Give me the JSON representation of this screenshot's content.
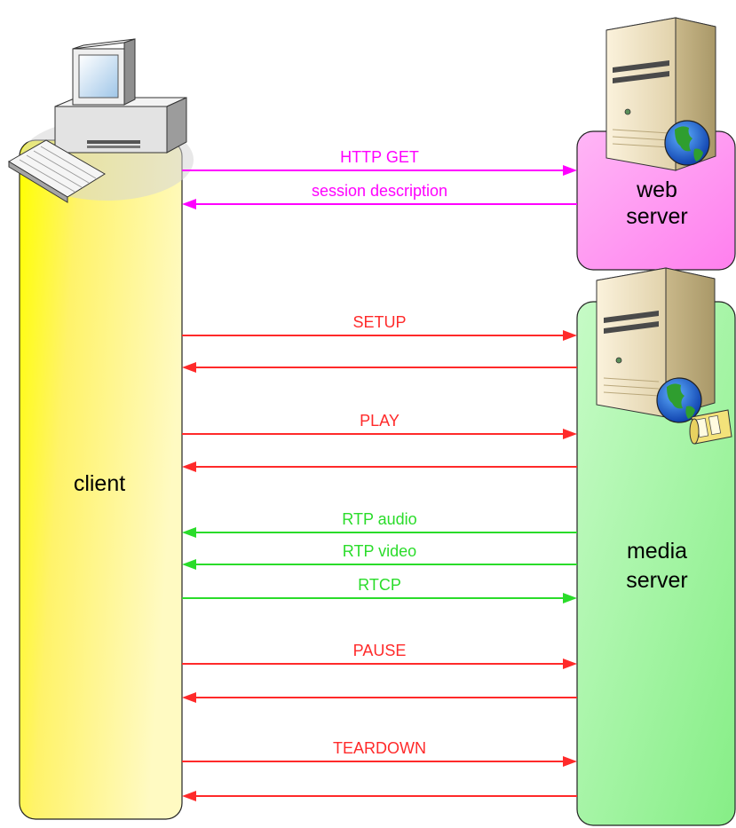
{
  "lanes": {
    "client": {
      "label": "client",
      "color": "#fff799"
    },
    "web_server": {
      "label_line1": "web",
      "label_line2": "server",
      "color": "#ff9cf3"
    },
    "media_server": {
      "label_line1": "media",
      "label_line2": "server",
      "color": "#9ef39e"
    }
  },
  "colors": {
    "http": "#ff00ff",
    "rtsp": "#ff2a2a",
    "rtp": "#2adc2a"
  },
  "messages": [
    {
      "id": "http-get",
      "label": "HTTP GET",
      "direction": "to-server",
      "target": "web",
      "kind": "http"
    },
    {
      "id": "session-description",
      "label": "session description",
      "direction": "to-client",
      "target": "web",
      "kind": "http"
    },
    {
      "id": "setup",
      "label": "SETUP",
      "direction": "to-server",
      "target": "media",
      "kind": "rtsp"
    },
    {
      "id": "setup-reply",
      "label": "",
      "direction": "to-client",
      "target": "media",
      "kind": "rtsp"
    },
    {
      "id": "play",
      "label": "PLAY",
      "direction": "to-server",
      "target": "media",
      "kind": "rtsp"
    },
    {
      "id": "play-reply",
      "label": "",
      "direction": "to-client",
      "target": "media",
      "kind": "rtsp"
    },
    {
      "id": "rtp-audio",
      "label": "RTP audio",
      "direction": "to-client",
      "target": "media",
      "kind": "rtp"
    },
    {
      "id": "rtp-video",
      "label": "RTP video",
      "direction": "to-client",
      "target": "media",
      "kind": "rtp"
    },
    {
      "id": "rtcp",
      "label": "RTCP",
      "direction": "to-server",
      "target": "media",
      "kind": "rtp"
    },
    {
      "id": "pause",
      "label": "PAUSE",
      "direction": "to-server",
      "target": "media",
      "kind": "rtsp"
    },
    {
      "id": "pause-reply",
      "label": "",
      "direction": "to-client",
      "target": "media",
      "kind": "rtsp"
    },
    {
      "id": "teardown",
      "label": "TEARDOWN",
      "direction": "to-server",
      "target": "media",
      "kind": "rtsp"
    },
    {
      "id": "teardown-reply",
      "label": "",
      "direction": "to-client",
      "target": "media",
      "kind": "rtsp"
    }
  ]
}
